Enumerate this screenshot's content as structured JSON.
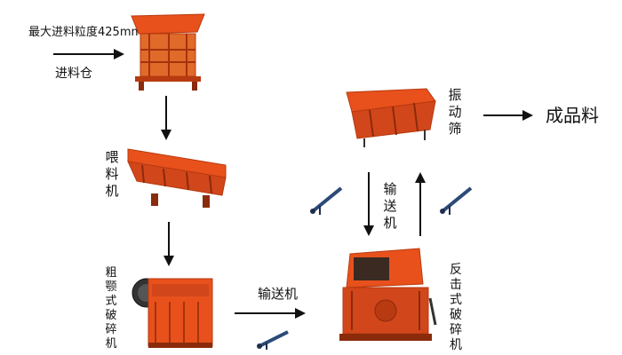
{
  "flow": {
    "feed_spec": "最大进料粒度425mm",
    "hopper_label": "进料仓",
    "feeder_label": "喂料机",
    "jaw_crusher_label": "粗颚式破碎机",
    "conveyor_label_bottom": "输送机",
    "impact_crusher_label": "反击式破碎机",
    "conveyor_label_middle": "输送机",
    "vibrating_screen_label": "振动筛",
    "product_label": "成品料"
  },
  "colors": {
    "machine_orange": "#e8511c",
    "machine_dark": "#b83a10",
    "conveyor_blue": "#2b4a78",
    "arrow": "#111111"
  }
}
